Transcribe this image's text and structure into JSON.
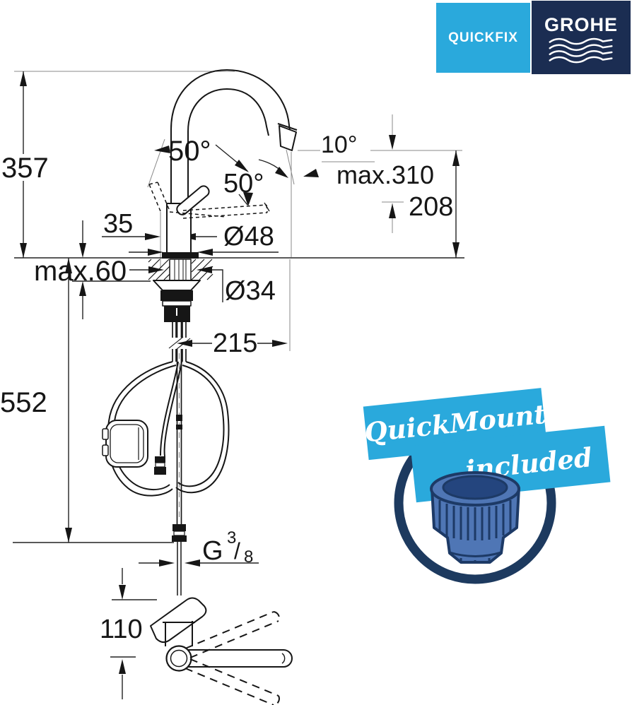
{
  "logos": {
    "quickfix": {
      "label": "QUICKFIX",
      "bg": "#2aa9dc"
    },
    "grohe": {
      "label": "GROHE",
      "bg": "#1b2d52"
    }
  },
  "badge": {
    "line1": "QuickMount",
    "line2": "included",
    "banner_color": "#2aa9dc",
    "ring_color": "#1d3a5f",
    "nut_color": "#4f76b5"
  },
  "dims": {
    "d357": "357",
    "d552": "552",
    "dmax60": "max.60",
    "d35": "35",
    "d48": "Ø48",
    "d34": "Ø34",
    "d50a": "50°",
    "d50b": "50°",
    "d10": "10°",
    "dmax310": "max.310",
    "d208": "208",
    "d215": "215",
    "g": "G",
    "g_num": "3",
    "g_slash": "/",
    "g_den": "8",
    "d110": "110"
  }
}
